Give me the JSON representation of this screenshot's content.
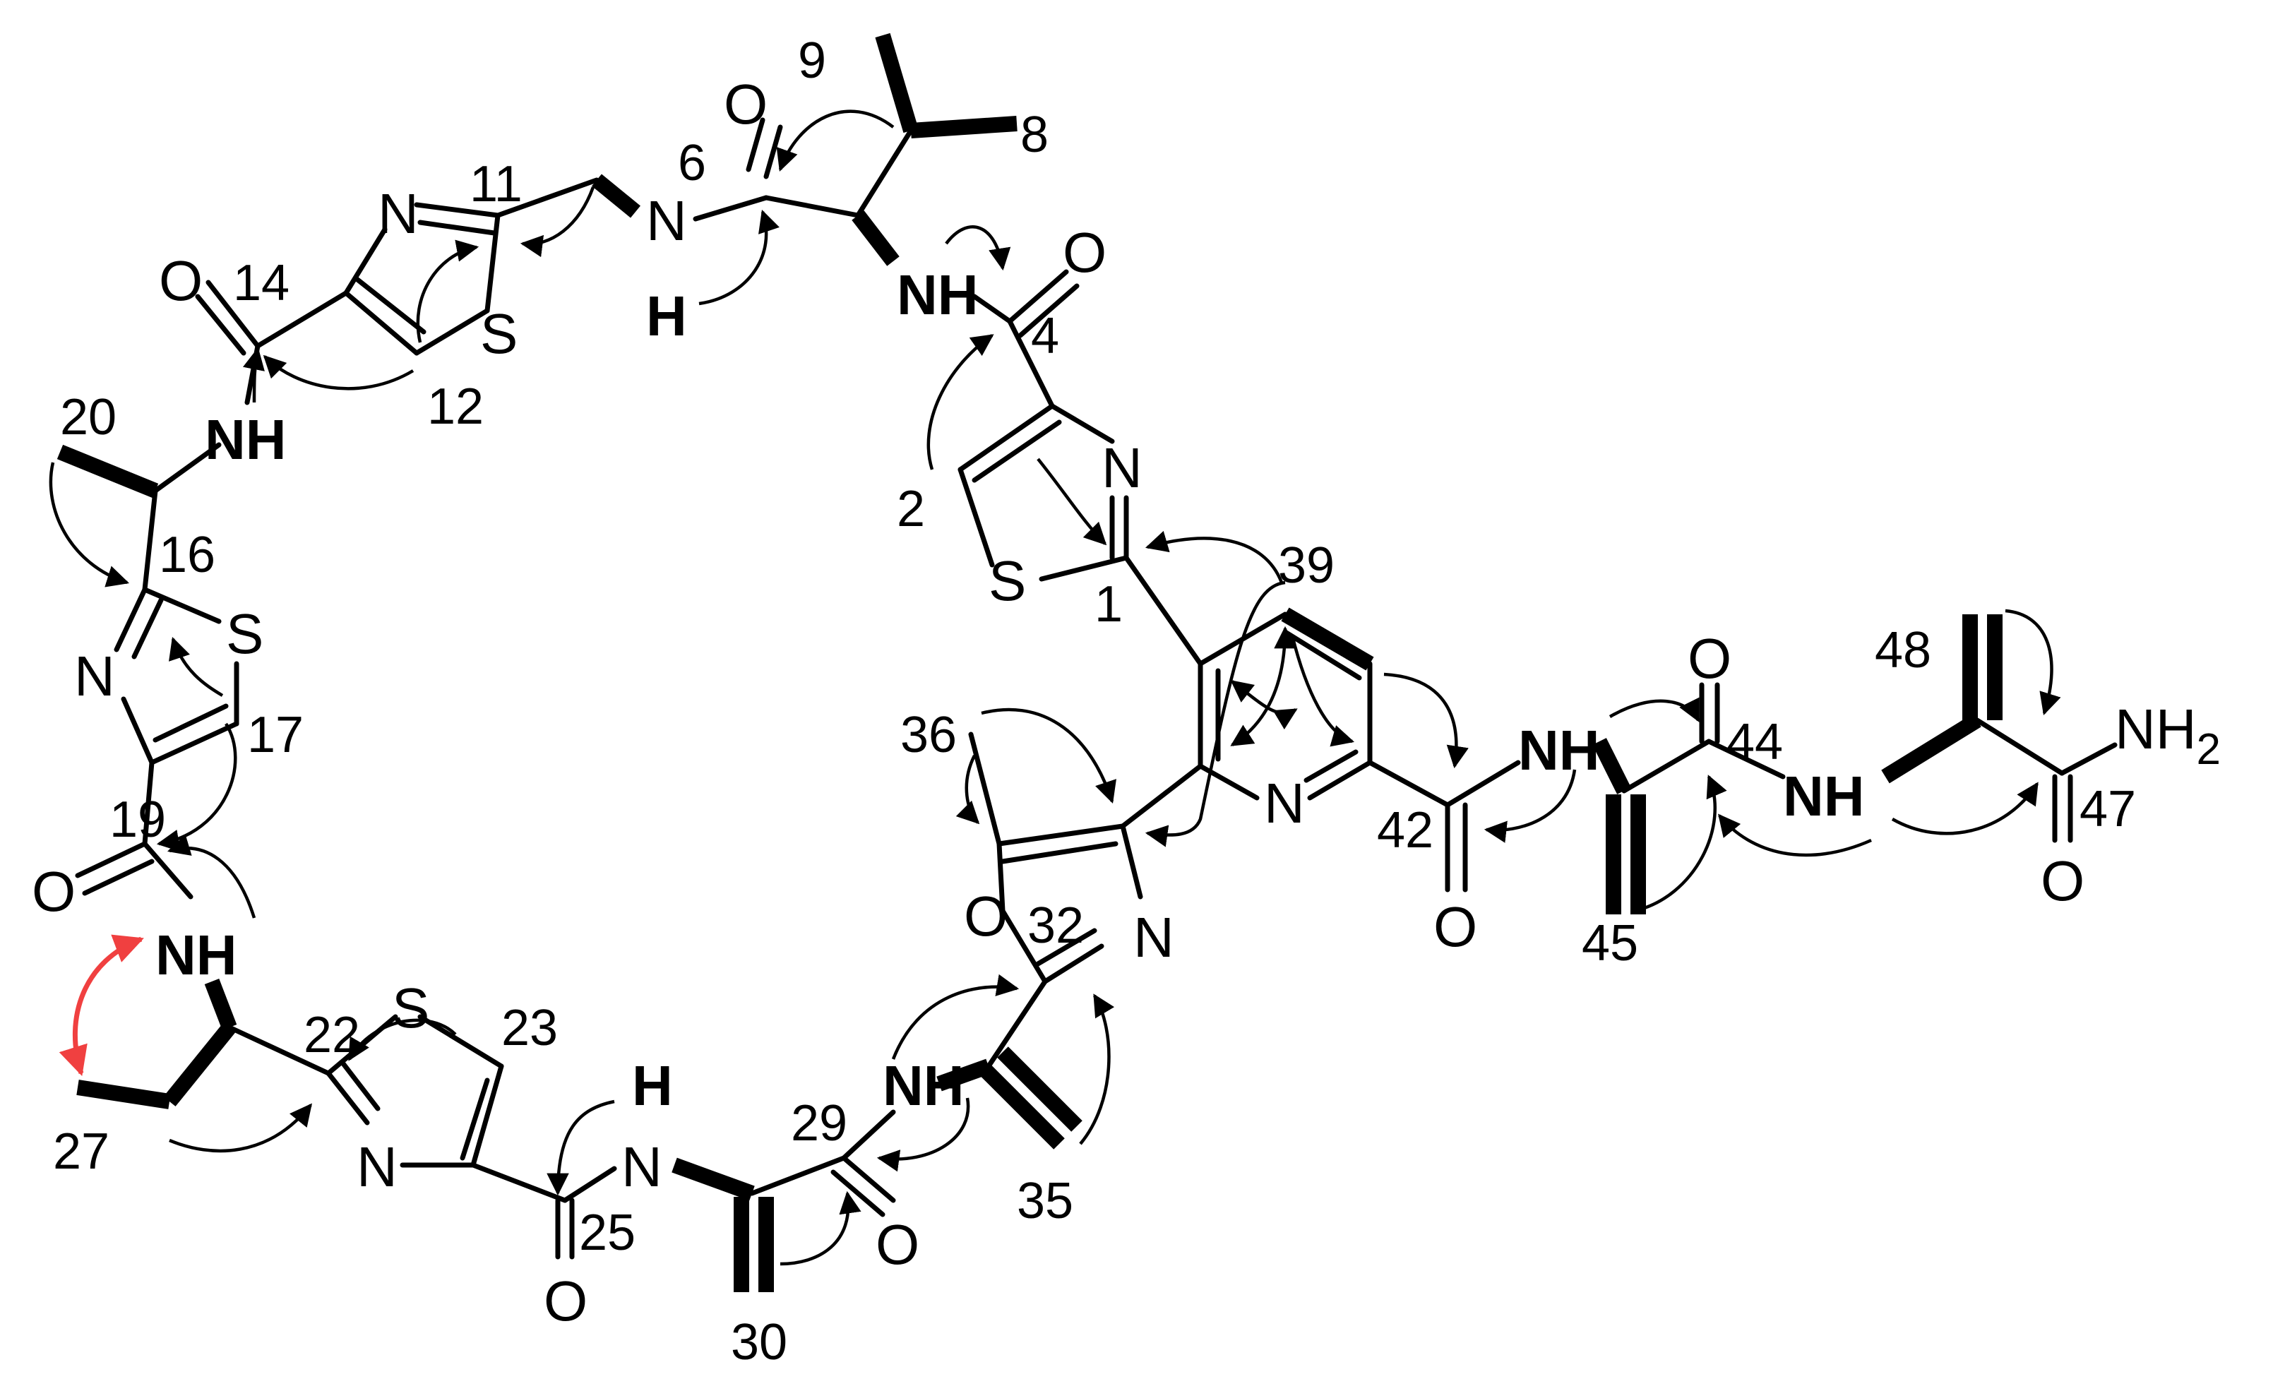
{
  "colors": {
    "ink": "#000000",
    "noe_arrow": "#f04040",
    "background": "#ffffff"
  },
  "atoms": {
    "o_9": "O",
    "n_6": "N",
    "h_6": "H",
    "nh_4": "NH",
    "o_4": "O",
    "n_11": "N",
    "s_11": "S",
    "o_14": "O",
    "nh_14": "NH",
    "n_thz1": "N",
    "s_thz1": "S",
    "s_16": "S",
    "n_16": "N",
    "o_19": "O",
    "nh_19": "NH",
    "s_22": "S",
    "n_22": "N",
    "h_25": "H",
    "n_25": "N",
    "o_25": "O",
    "nh_29": "NH",
    "o_29": "O",
    "n_32": "N",
    "o_32": "O",
    "n_py": "N",
    "nh_42": "NH",
    "o_42": "O",
    "o_44": "O",
    "nh_44": "NH",
    "nh2_47": "NH",
    "nh2_sub": "2",
    "o_47": "O"
  },
  "numbers": {
    "n9": "9",
    "n8": "8",
    "n6": "6",
    "n11": "11",
    "n14": "14",
    "n4": "4",
    "n12": "12",
    "n20": "20",
    "n2": "2",
    "n16": "16",
    "n1": "1",
    "n39": "39",
    "n17": "17",
    "n48": "48",
    "n36": "36",
    "n44": "44",
    "n19": "19",
    "n42": "42",
    "n47": "47",
    "n32": "32",
    "n45": "45",
    "n22": "22",
    "n23": "23",
    "n27": "27",
    "n29": "29",
    "n25": "25",
    "n35": "35",
    "n30": "30"
  }
}
